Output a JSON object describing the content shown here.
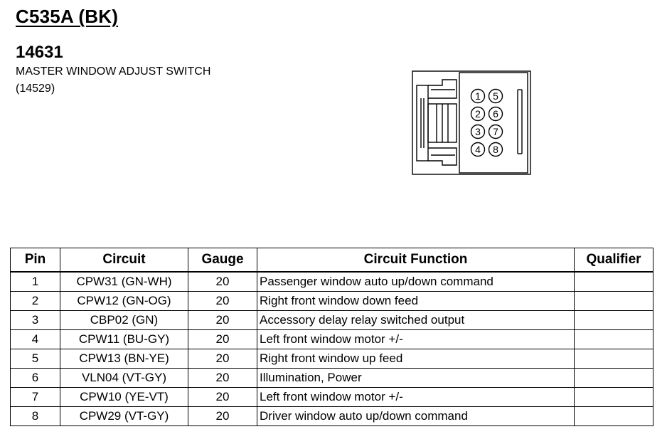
{
  "connector": {
    "id": "C535A (BK)",
    "part_number": "14631",
    "name": "MASTER WINDOW ADJUST SWITCH",
    "reference": "(14529)"
  },
  "diagram": {
    "pin_labels": [
      "1",
      "2",
      "3",
      "4",
      "5",
      "6",
      "7",
      "8"
    ]
  },
  "table": {
    "headers": {
      "pin": "Pin",
      "circuit": "Circuit",
      "gauge": "Gauge",
      "function": "Circuit Function",
      "qualifier": "Qualifier"
    },
    "rows": [
      {
        "pin": "1",
        "circuit": "CPW31 (GN-WH)",
        "gauge": "20",
        "function": "Passenger window auto up/down command",
        "qualifier": ""
      },
      {
        "pin": "2",
        "circuit": "CPW12 (GN-OG)",
        "gauge": "20",
        "function": "Right front window down feed",
        "qualifier": ""
      },
      {
        "pin": "3",
        "circuit": "CBP02 (GN)",
        "gauge": "20",
        "function": "Accessory delay relay switched output",
        "qualifier": ""
      },
      {
        "pin": "4",
        "circuit": "CPW11 (BU-GY)",
        "gauge": "20",
        "function": "Left front window motor +/-",
        "qualifier": ""
      },
      {
        "pin": "5",
        "circuit": "CPW13 (BN-YE)",
        "gauge": "20",
        "function": "Right front window up feed",
        "qualifier": ""
      },
      {
        "pin": "6",
        "circuit": "VLN04 (VT-GY)",
        "gauge": "20",
        "function": "Illumination, Power",
        "qualifier": ""
      },
      {
        "pin": "7",
        "circuit": "CPW10 (YE-VT)",
        "gauge": "20",
        "function": "Left front window motor +/-",
        "qualifier": ""
      },
      {
        "pin": "8",
        "circuit": "CPW29 (VT-GY)",
        "gauge": "20",
        "function": "Driver window auto up/down command",
        "qualifier": ""
      }
    ]
  }
}
